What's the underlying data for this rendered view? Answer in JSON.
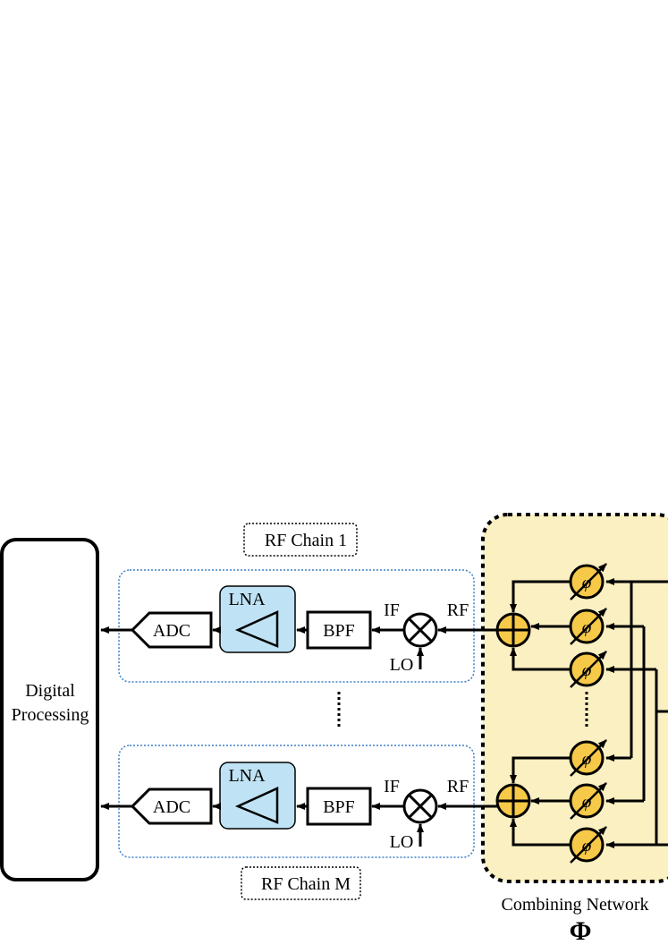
{
  "digital_block": {
    "line1": "Digital",
    "line2": "Processing"
  },
  "chains": [
    {
      "label": "RF Chain 1",
      "adc": "ADC",
      "lna": "LNA",
      "bpf": "BPF",
      "if_label": "IF",
      "rf_label": "RF",
      "lo_label": "LO"
    },
    {
      "label": "RF Chain M",
      "adc": "ADC",
      "lna": "LNA",
      "bpf": "BPF",
      "if_label": "IF",
      "rf_label": "RF",
      "lo_label": "LO"
    }
  ],
  "combining_network": {
    "label": "Combining Network",
    "symbol": "Φ"
  },
  "phase_shifter_symbol": "φ",
  "colors": {
    "lna_fill": "#bfe3f5",
    "network_fill": "#fbf0c2",
    "phase_fill": "#f7c948",
    "chain_border": "#3d7fc7"
  }
}
